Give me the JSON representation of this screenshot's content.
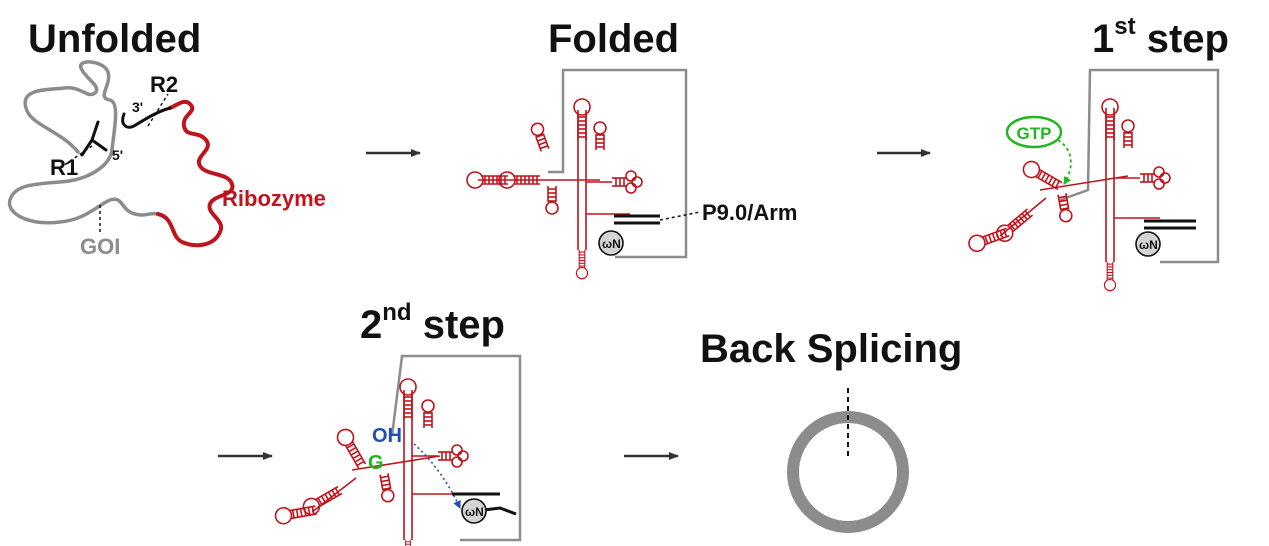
{
  "colors": {
    "rna_gray": "#8c8c8c",
    "ribozyme_red": "#c0141c",
    "black": "#111111",
    "gtp_green": "#22b522",
    "oh_blue": "#1f4fb0",
    "arrow": "#333333",
    "omega_fill": "#d4d4d4"
  },
  "panels": {
    "unfolded": {
      "title": "Unfolded",
      "r1": "R1",
      "r2": "R2",
      "five_prime": "5'",
      "three_prime": "3'",
      "ribozyme": "Ribozyme",
      "goi": "GOI"
    },
    "folded": {
      "title": "Folded",
      "p9_arm": "P9.0/Arm",
      "omega": "ωN"
    },
    "step1": {
      "title": "1",
      "title_sup": "st",
      "title_rest": " step",
      "gtp": "GTP",
      "omega": "ωN"
    },
    "step2": {
      "title": "2",
      "title_sup": "nd",
      "title_rest": " step",
      "oh": "OH",
      "g": "G",
      "omega": "ωN"
    },
    "back_splicing": {
      "title": "Back Splicing"
    }
  }
}
